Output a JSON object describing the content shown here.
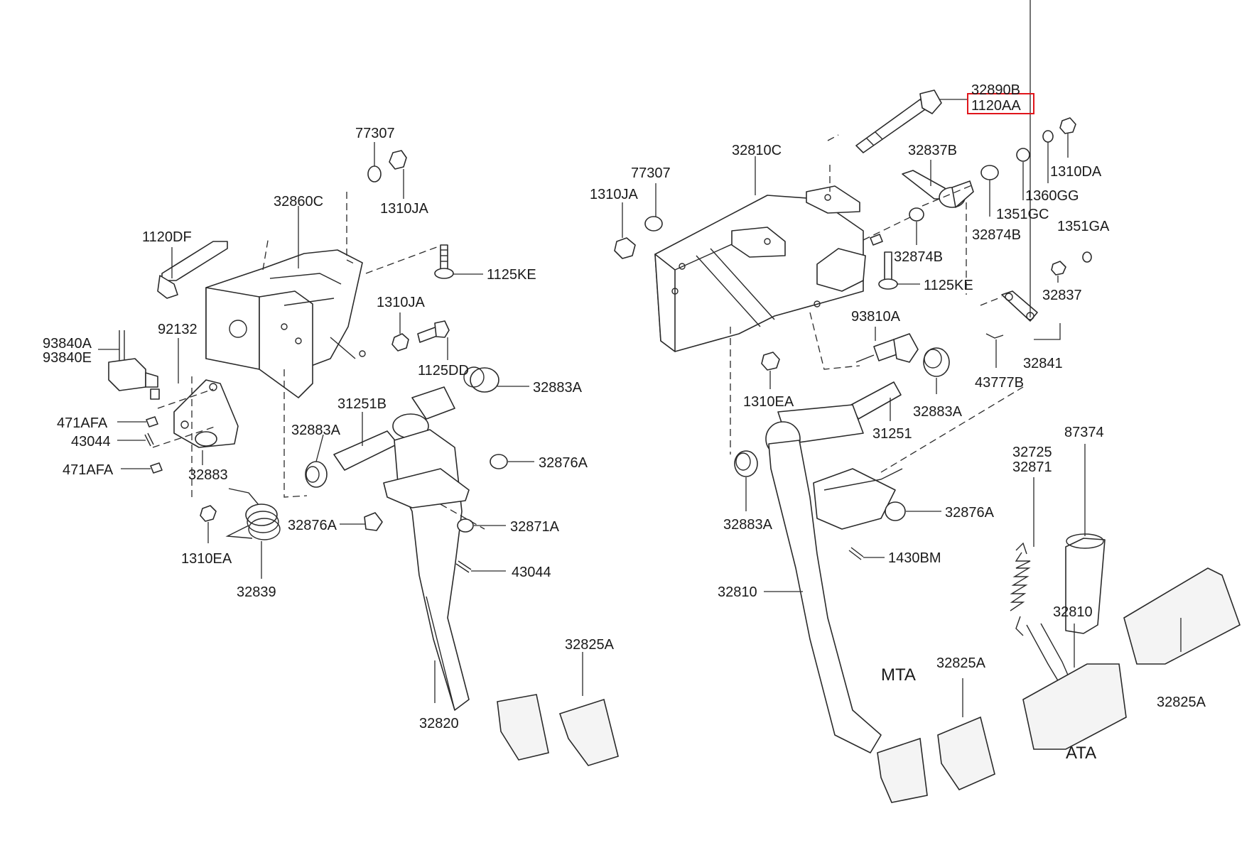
{
  "diagram": {
    "highlight_color": "#e0151b",
    "left_assembly": {
      "labels": [
        {
          "id": "77307",
          "text": "77307"
        },
        {
          "id": "32860c",
          "text": "32860C"
        },
        {
          "id": "1310ja-top",
          "text": "1310JA"
        },
        {
          "id": "1120df",
          "text": "1120DF"
        },
        {
          "id": "1125ke",
          "text": "1125KE"
        },
        {
          "id": "1310ja-mid",
          "text": "1310JA"
        },
        {
          "id": "93840a",
          "text": "93840A"
        },
        {
          "id": "93840e",
          "text": "93840E"
        },
        {
          "id": "92132",
          "text": "92132"
        },
        {
          "id": "1125dd",
          "text": "1125DD"
        },
        {
          "id": "32883a-top",
          "text": "32883A"
        },
        {
          "id": "31251b",
          "text": "31251B"
        },
        {
          "id": "471afa-top",
          "text": "471AFA"
        },
        {
          "id": "43044-left",
          "text": "43044"
        },
        {
          "id": "32883a-mid",
          "text": "32883A"
        },
        {
          "id": "471afa-bottom",
          "text": "471AFA"
        },
        {
          "id": "32883",
          "text": "32883"
        },
        {
          "id": "32876a-right",
          "text": "32876A"
        },
        {
          "id": "32876a-left",
          "text": "32876A"
        },
        {
          "id": "32871a",
          "text": "32871A"
        },
        {
          "id": "1310ea",
          "text": "1310EA"
        },
        {
          "id": "43044-right",
          "text": "43044"
        },
        {
          "id": "32839",
          "text": "32839"
        },
        {
          "id": "32825a",
          "text": "32825A"
        },
        {
          "id": "32820",
          "text": "32820"
        }
      ]
    },
    "right_assembly": {
      "labels": [
        {
          "id": "32890b",
          "text": "32890B"
        },
        {
          "id": "1120aa",
          "text": "1120AA",
          "highlighted": true
        },
        {
          "id": "32810c",
          "text": "32810C"
        },
        {
          "id": "32837b",
          "text": "32837B"
        },
        {
          "id": "1310da",
          "text": "1310DA"
        },
        {
          "id": "77307",
          "text": "77307"
        },
        {
          "id": "1310ja",
          "text": "1310JA"
        },
        {
          "id": "1360gg",
          "text": "1360GG"
        },
        {
          "id": "1351gc",
          "text": "1351GC"
        },
        {
          "id": "1351ga",
          "text": "1351GA"
        },
        {
          "id": "32874b-right",
          "text": "32874B"
        },
        {
          "id": "32874b-left",
          "text": "32874B"
        },
        {
          "id": "1125ke",
          "text": "1125KE"
        },
        {
          "id": "32837",
          "text": "32837"
        },
        {
          "id": "93810a",
          "text": "93810A"
        },
        {
          "id": "32841",
          "text": "32841"
        },
        {
          "id": "43777b",
          "text": "43777B"
        },
        {
          "id": "1310ea",
          "text": "1310EA"
        },
        {
          "id": "32883a-top",
          "text": "32883A"
        },
        {
          "id": "31251",
          "text": "31251"
        },
        {
          "id": "32725",
          "text": "32725"
        },
        {
          "id": "87374",
          "text": "87374"
        },
        {
          "id": "32871",
          "text": "32871"
        },
        {
          "id": "32876a",
          "text": "32876A"
        },
        {
          "id": "32883a-bottom",
          "text": "32883A"
        },
        {
          "id": "1430bm",
          "text": "1430BM"
        },
        {
          "id": "32810-left",
          "text": "32810"
        },
        {
          "id": "32810-right",
          "text": "32810"
        },
        {
          "id": "32825a-middle",
          "text": "32825A"
        },
        {
          "id": "32825a-right",
          "text": "32825A"
        }
      ],
      "variants": [
        {
          "id": "mta",
          "text": "MTA"
        },
        {
          "id": "ata",
          "text": "ATA"
        }
      ]
    }
  }
}
